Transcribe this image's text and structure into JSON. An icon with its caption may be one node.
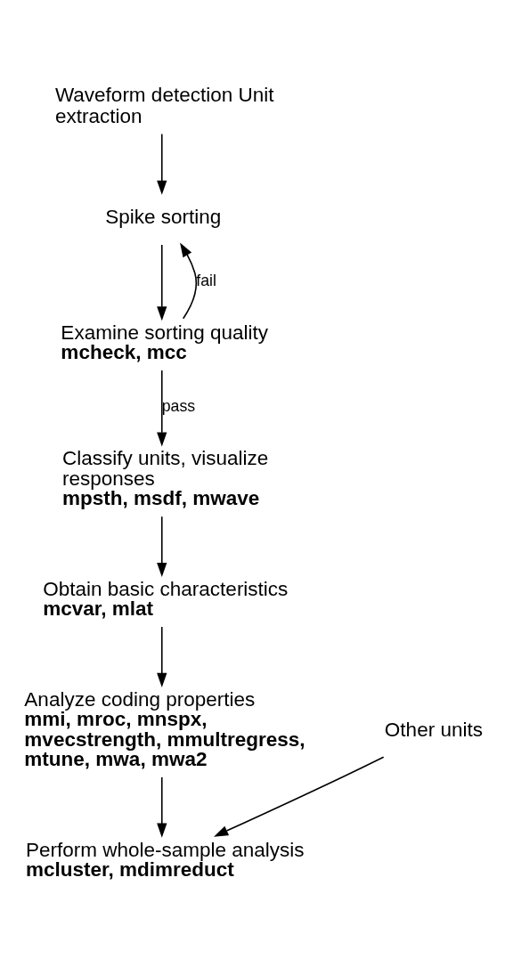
{
  "diagram": {
    "nodes": [
      {
        "text": [
          "Waveform detection Unit extraction"
        ]
      },
      {
        "text": [
          "Spike sorting"
        ]
      },
      {
        "text": [
          "Examine sorting quality",
          "mcheck, mcc"
        ]
      },
      {
        "text": [
          "Classify units, visualize responses",
          "mpsth, msdf, mwave"
        ]
      },
      {
        "text": [
          "Obtain basic characteristics",
          "mcvar, mlat"
        ]
      },
      {
        "text": [
          "Analyze coding properties",
          "mmi, mroc, mnspx, mvecstrength, mmultregress, mtune, mwa, mwa2"
        ]
      },
      {
        "text": [
          "Perform whole-sample analysis",
          "mcluster, mdimreduct"
        ]
      },
      {
        "text": [
          "Other units"
        ]
      }
    ],
    "edges": [
      {
        "from": 0,
        "to": 1,
        "arrow": "to"
      },
      {
        "from": 1,
        "to": 2,
        "arrow": "to"
      },
      {
        "from": 2,
        "to": 1,
        "arrow": "to",
        "label": "fail"
      },
      {
        "from": 2,
        "to": 3,
        "arrow": "to",
        "label": "pass"
      },
      {
        "from": 3,
        "to": 4,
        "arrow": "to"
      },
      {
        "from": 4,
        "to": 5,
        "arrow": "to"
      },
      {
        "from": 5,
        "to": 6,
        "arrow": "to"
      },
      {
        "from": 7,
        "to": 6,
        "arrow": "to"
      }
    ]
  }
}
